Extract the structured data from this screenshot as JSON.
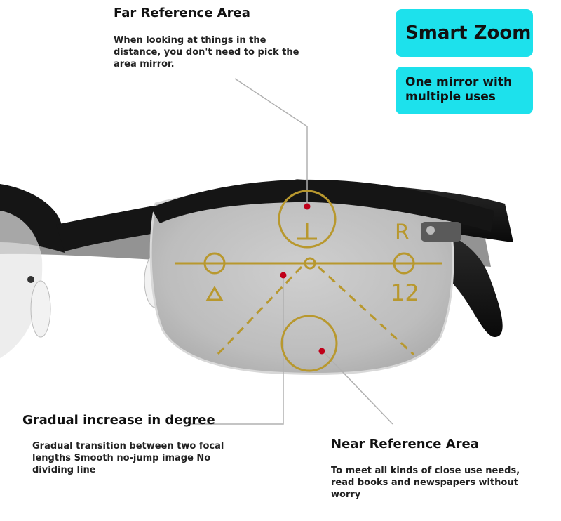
{
  "annotations": {
    "far": {
      "title": "Far Reference Area",
      "description": "When looking at things in the distance, you don't need to pick the area mirror."
    },
    "gradual": {
      "title": "Gradual increase in degree",
      "description": "Gradual transition between two focal lengths Smooth no-jump image No dividing line"
    },
    "near": {
      "title": "Near Reference Area",
      "description": "To meet all kinds of close use needs, read books and newspapers without worry"
    }
  },
  "badges": {
    "main": "Smart Zoom",
    "sub": "One mirror with multiple uses"
  },
  "lens_marks": {
    "letter": "R",
    "number": "12"
  },
  "colors": {
    "badge": "#1de1ec",
    "mark": "#b8982e",
    "dot": "#c0001a",
    "frame": "#151515"
  }
}
